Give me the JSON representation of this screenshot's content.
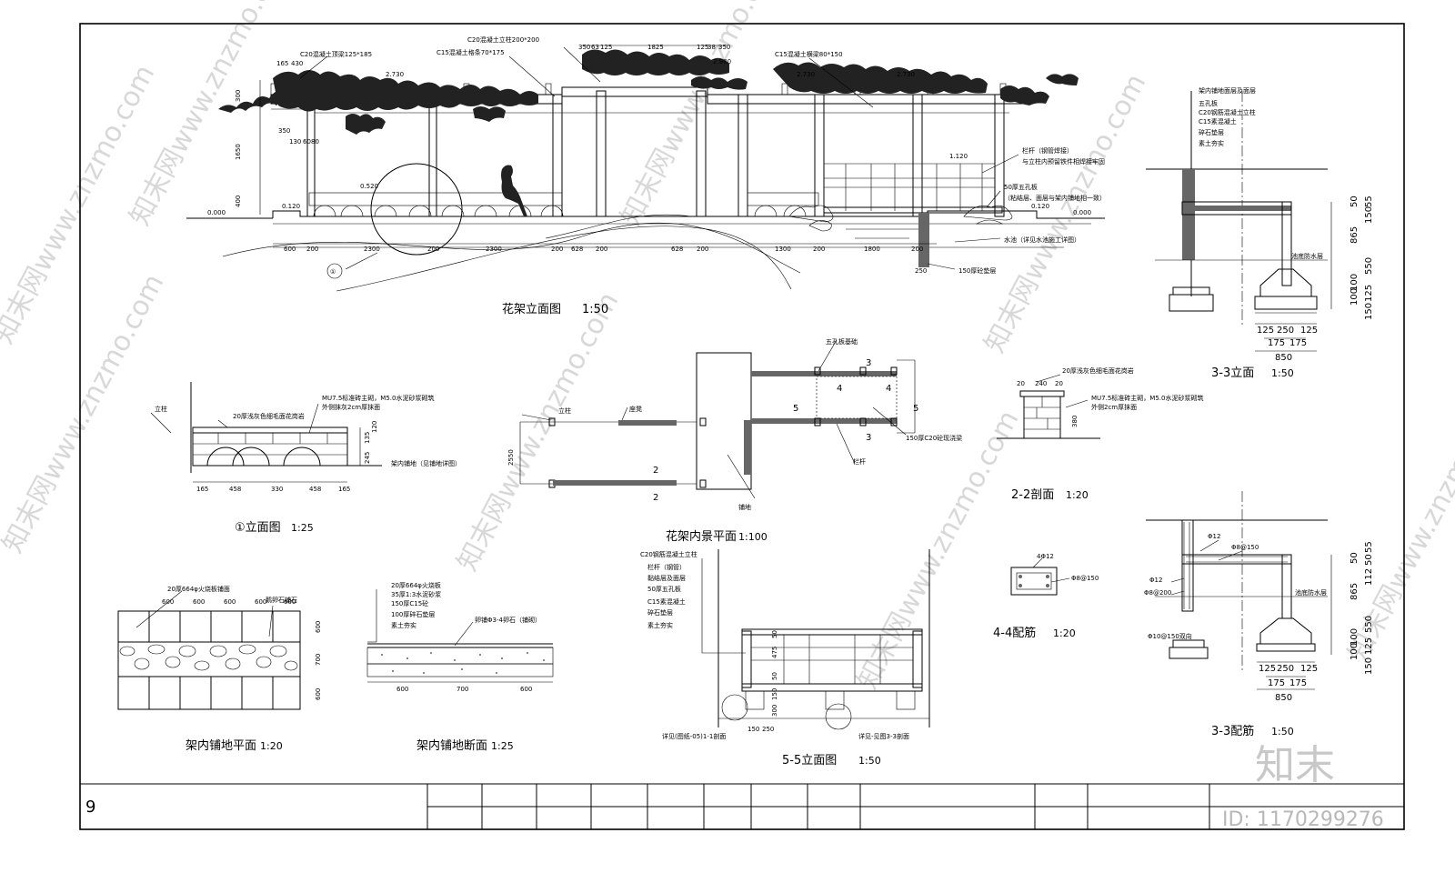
{
  "title_block": {
    "sheet_number": "9",
    "id_label": "ID: 1170299276",
    "logo_text": "知末"
  },
  "watermark": {
    "text": "知末网www.znzmo.com"
  },
  "views": {
    "elevation_main": {
      "title": "花架立面图",
      "scale": "1:50",
      "notes": {
        "beam_top_left": "C20混凝土顶梁125*185",
        "column_top": "C20混凝土立柱200*200",
        "rafter": "C15混凝土格条70*175",
        "beam_right": "C15混凝土横梁80*150",
        "railing": "栏杆（钢管焊接）",
        "railing_detail": "与立柱内预留铁件相焊接牢固",
        "slab": "50厚五孔板",
        "slab_detail": "（粘结层、面层与架内铺地相一致）",
        "water": "水池（详见水池施工详图）",
        "foundation": "150厚砼垫层",
        "detail_mark": "①"
      },
      "levels": [
        "0.000",
        "0.120",
        "0.520",
        "2.730",
        "2.980",
        "2.730",
        "2.730",
        "1.120",
        "0.120",
        "0.000"
      ],
      "dims_bottom": [
        "600",
        "200",
        "2300",
        "200",
        "2300",
        "200",
        "628",
        "200",
        "628",
        "200",
        "1300",
        "200",
        "1800",
        "200",
        "250"
      ],
      "dims_top": [
        "350",
        "63",
        "125",
        "1825",
        "125",
        "38",
        "350"
      ],
      "dims_left": [
        "1650",
        "400",
        "300",
        "350",
        "130",
        "60",
        "80",
        "165",
        "430"
      ]
    },
    "section_33": {
      "title": "3-3立面",
      "scale": "1:50",
      "layers": [
        "架内铺地面层及面层",
        "五孔板",
        "C20钢筋混凝土立柱",
        "C15素混凝土",
        "碎石垫层",
        "素土夯实"
      ],
      "dims_right": [
        "50",
        "55",
        "150",
        "865",
        "550",
        "125",
        "150",
        "100",
        "100"
      ],
      "dims_bottom": [
        "125",
        "250",
        "125",
        "175",
        "175",
        "850"
      ],
      "ground_note": "池底防水层"
    },
    "detail_1": {
      "title": "①立面图",
      "scale": "1:25",
      "post_label": "立柱",
      "note_top": "20厚浅灰色细毛面花岗岩",
      "note_right_1": "MU7.5标准砖主砌，M5.0水泥砂浆砌筑",
      "note_right_2": "外侧抹灰2cm厚抹面",
      "note_base": "架内铺地（见铺地详图）",
      "dims_bottom": [
        "165",
        "458",
        "330",
        "458",
        "165"
      ],
      "dims_right": [
        "120",
        "135",
        "245"
      ]
    },
    "plan_inner": {
      "title": "花架内景平面",
      "scale": "1:100",
      "labels": {
        "post": "立柱",
        "seat": "座凳",
        "paving": "铺地",
        "slab": "五孔板基础",
        "railing": "栏杆",
        "foundation": "150厚C20砼现浇梁"
      },
      "markers": [
        "2",
        "2",
        "3",
        "3",
        "4",
        "4",
        "5",
        "5"
      ],
      "dim_left": "2550"
    },
    "section_22": {
      "title": "2-2剖面",
      "scale": "1:20",
      "note_top": "20厚浅灰色细毛面花岗岩",
      "note_right_1": "MU7.5标准砖主砌，M5.0水泥砂浆砌筑",
      "note_right_2": "外侧2cm厚抹面",
      "dims_top": [
        "20",
        "240",
        "20"
      ],
      "dim_right": "380"
    },
    "rebar_44": {
      "title": "4-4配筋",
      "scale": "1:20",
      "bar_top": "4Φ12",
      "stirrup": "Φ8@150"
    },
    "rebar_33": {
      "title": "3-3配筋",
      "scale": "1:50",
      "bars": [
        "Φ12",
        "Φ8@150",
        "Φ12",
        "Φ8@200"
      ],
      "base_note": "Φ10@150双向",
      "ground_note": "池底防水层",
      "dims_right": [
        "55",
        "50",
        "50",
        "112",
        "865",
        "550",
        "125",
        "150",
        "100",
        "100"
      ],
      "dims_bottom": [
        "125",
        "250",
        "125",
        "175",
        "175",
        "850"
      ]
    },
    "paving_plan": {
      "title": "架内铺地平面",
      "scale": "1:20",
      "note_top": "20厚664φ火烧板铺面",
      "note_right": "鹅卵石铺石",
      "dims_top": [
        "600",
        "600",
        "600",
        "600",
        "600"
      ],
      "dims_right": [
        "600",
        "700",
        "600"
      ]
    },
    "paving_section": {
      "title": "架内铺地断面",
      "scale": "1:25",
      "layers": [
        "20厚664φ火烧板",
        "35厚1:3水泥砂浆",
        "150厚C15砼",
        "100厚碎石垫层",
        "素土夯实"
      ],
      "pebble_note": "卵铺Φ3-4卵石（铺砌）",
      "dims_bottom": [
        "600",
        "700",
        "600"
      ]
    },
    "elevation_55": {
      "title": "5-5立面图",
      "scale": "1:50",
      "layers": [
        "C20钢筋混凝土立柱",
        "栏杆（钢管）",
        "黏结层及面层",
        "50厚五孔板",
        "C15素混凝土",
        "碎石垫层",
        "素土夯实"
      ],
      "note_bottom_left": "详见(图纸-05)1-1剖面",
      "note_bottom_right": "详见-见图3-3剖面",
      "dims_left": [
        "50",
        "475",
        "50",
        "150",
        "300"
      ],
      "dims_bottom": [
        "150",
        "250"
      ]
    }
  }
}
